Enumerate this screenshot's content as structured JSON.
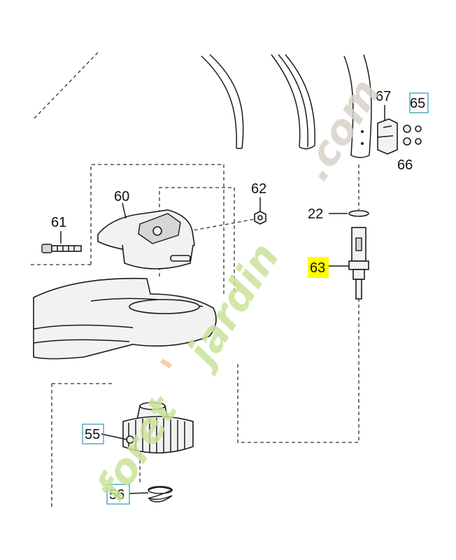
{
  "callouts": [
    {
      "id": "61",
      "text": "61",
      "style": "plain"
    },
    {
      "id": "60",
      "text": "60",
      "style": "plain"
    },
    {
      "id": "62",
      "text": "62",
      "style": "plain"
    },
    {
      "id": "22",
      "text": "22",
      "style": "plain"
    },
    {
      "id": "63",
      "text": "63",
      "style": "highlight"
    },
    {
      "id": "67",
      "text": "67",
      "style": "plain"
    },
    {
      "id": "65",
      "text": "65",
      "style": "boxed"
    },
    {
      "id": "66",
      "text": "66",
      "style": "plain"
    },
    {
      "id": "55",
      "text": "55",
      "style": "boxed"
    },
    {
      "id": "56",
      "text": "56",
      "style": "boxed"
    }
  ],
  "watermark": {
    "part1": "foret",
    "apostrophe": "'",
    "part2": "jardin",
    "part3": ".com",
    "colors": {
      "green": "#c9e39a",
      "orange": "#f5c89a",
      "gray": "#d8d2c8"
    }
  },
  "colors": {
    "highlight": "#ffff00",
    "box": "#3aa0b5",
    "ink": "#1a1a1a"
  }
}
